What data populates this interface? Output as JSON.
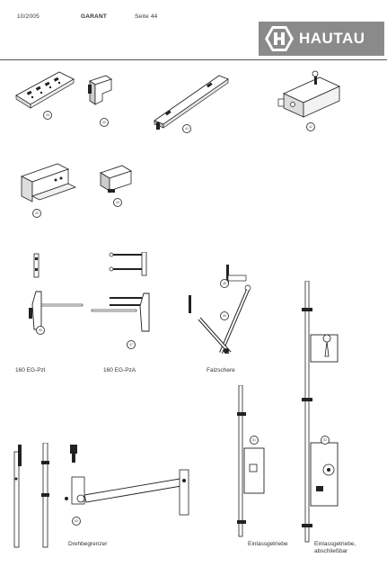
{
  "header": {
    "date": "10/2005",
    "brand": "GARANT",
    "page_label": "Seite 44"
  },
  "logo": {
    "name": "HAUTAU",
    "color": "#8a8a8a"
  },
  "captions": {
    "cap1": "160 EG-PzI",
    "cap2": "160 EG-PzA",
    "cap3": "Falzschere",
    "cap4": "Drehbegrenzer",
    "cap5": "Einlassgetriebe",
    "cap6a": "Einlassgetriebe,",
    "cap6b": "abschließbar"
  }
}
